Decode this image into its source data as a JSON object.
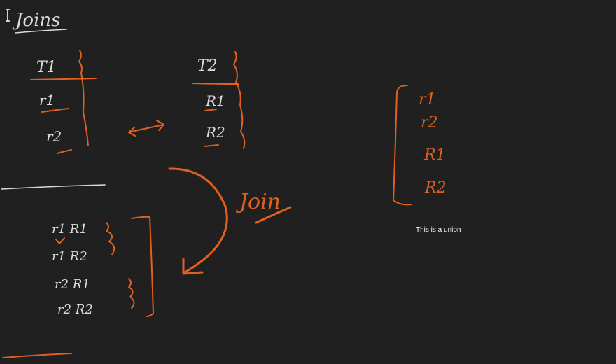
{
  "canvas": {
    "background": "#202020",
    "ink_white": "#dcdcdc",
    "ink_orange": "#e0611f"
  },
  "cursor": {
    "icon": "text-cursor-icon"
  },
  "heading": "Joins",
  "table_t1": {
    "name": "T1",
    "rows": [
      "r1",
      "r2"
    ]
  },
  "table_t2": {
    "name": "T2",
    "rows": [
      "R1",
      "R2"
    ]
  },
  "arrow_between": {
    "icon": "double-arrow-icon"
  },
  "join_label": "Join",
  "join_rows": [
    "r1 R1",
    "r1 R2",
    "r2 R1",
    "r2 R2"
  ],
  "union_rows": [
    "r1",
    "r2",
    "R1",
    "R2"
  ],
  "union_caption": "This is a union"
}
